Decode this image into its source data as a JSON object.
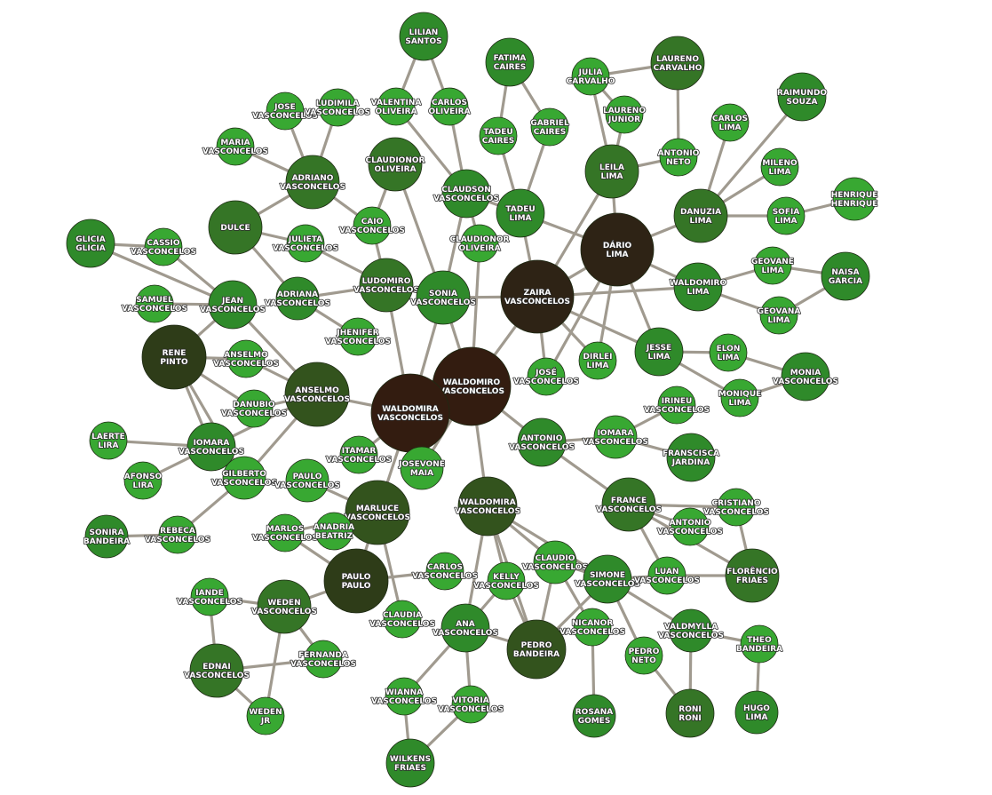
{
  "colors": {
    "edge": "#a09a8f",
    "tiers": [
      "#38a832",
      "#2f8a2a",
      "#357526",
      "#33531d",
      "#2e3c18",
      "#2e2315",
      "#331c10"
    ]
  },
  "nodes": [
    {
      "id": "lilian",
      "lines": [
        "LILIAN",
        "SANTOS"
      ],
      "tier": 1
    },
    {
      "id": "fatima",
      "lines": [
        "FATIMA",
        "CAIRES"
      ],
      "tier": 1
    },
    {
      "id": "laureno_carvalho",
      "lines": [
        "LAURENO",
        "CARVALHO"
      ],
      "tier": 2
    },
    {
      "id": "julia",
      "lines": [
        "JULIA",
        "CARVALHO"
      ],
      "tier": 0
    },
    {
      "id": "laureno_junior",
      "lines": [
        "LAURENO",
        "JUNIOR"
      ],
      "tier": 0
    },
    {
      "id": "raimundo",
      "lines": [
        "RAIMUNDO",
        "SOUZA"
      ],
      "tier": 1
    },
    {
      "id": "jose_v",
      "lines": [
        "JOSE",
        "VASCONCELOS"
      ],
      "tier": 0
    },
    {
      "id": "ludimila",
      "lines": [
        "LUDIMILA",
        "VASCONCELOS"
      ],
      "tier": 0
    },
    {
      "id": "valentina",
      "lines": [
        "VALENTINA",
        "OLIVEIRA"
      ],
      "tier": 0
    },
    {
      "id": "carlos_oliveira",
      "lines": [
        "CARLOS",
        "OLIVEIRA"
      ],
      "tier": 0
    },
    {
      "id": "tadeu_caires",
      "lines": [
        "TADEU",
        "CAIRES"
      ],
      "tier": 0
    },
    {
      "id": "gabriel",
      "lines": [
        "GABRIEL",
        "CAIRES"
      ],
      "tier": 0
    },
    {
      "id": "carlos_lima",
      "lines": [
        "CARLOS",
        "LIMA"
      ],
      "tier": 0
    },
    {
      "id": "maria",
      "lines": [
        "MARIA",
        "VASCONCELOS"
      ],
      "tier": 0
    },
    {
      "id": "claudionor_ol",
      "lines": [
        "CLAUDIONOR",
        "OLIVEIRA"
      ],
      "tier": 2
    },
    {
      "id": "antonio_neto",
      "lines": [
        "ANTONIO",
        "NETO"
      ],
      "tier": 0
    },
    {
      "id": "leila",
      "lines": [
        "LEILA",
        "LIMA"
      ],
      "tier": 2
    },
    {
      "id": "mileno",
      "lines": [
        "MILENO",
        "LIMA"
      ],
      "tier": 0
    },
    {
      "id": "adriano",
      "lines": [
        "ADRIANO",
        "VASCONCELOS"
      ],
      "tier": 2
    },
    {
      "id": "claudson",
      "lines": [
        "CLAUDSON",
        "VASCONCELOS"
      ],
      "tier": 1
    },
    {
      "id": "henrique",
      "lines": [
        "HENRIQUE",
        "HENRIQUE"
      ],
      "tier": 0
    },
    {
      "id": "dulce",
      "lines": [
        "DULCE"
      ],
      "tier": 2
    },
    {
      "id": "tadeu_lima",
      "lines": [
        "TADEU",
        "LIMA"
      ],
      "tier": 1
    },
    {
      "id": "danuzia",
      "lines": [
        "DANUZIA",
        "LIMA"
      ],
      "tier": 2
    },
    {
      "id": "sofia",
      "lines": [
        "SOFIA",
        "LIMA"
      ],
      "tier": 0
    },
    {
      "id": "caio",
      "lines": [
        "CAIO",
        "VASCONCELOS"
      ],
      "tier": 0
    },
    {
      "id": "glicia",
      "lines": [
        "GLICIA",
        "GLICIA"
      ],
      "tier": 1
    },
    {
      "id": "cassio",
      "lines": [
        "CASSIO",
        "VASCONCELOS"
      ],
      "tier": 0
    },
    {
      "id": "julieta",
      "lines": [
        "JULIETA",
        "VASCONCELOS"
      ],
      "tier": 0
    },
    {
      "id": "claudionor_ol2",
      "lines": [
        "CLAUDIONOR",
        "OLIVEIRA"
      ],
      "tier": 0
    },
    {
      "id": "dario",
      "lines": [
        "DÁRIO",
        "LIMA"
      ],
      "tier": 5
    },
    {
      "id": "geovane",
      "lines": [
        "GEOVANE",
        "LIMA"
      ],
      "tier": 0
    },
    {
      "id": "naisa",
      "lines": [
        "NAISA",
        "GARCIA"
      ],
      "tier": 1
    },
    {
      "id": "ludomiro",
      "lines": [
        "LUDOMIRO",
        "VASCONCELOS"
      ],
      "tier": 2
    },
    {
      "id": "sonia",
      "lines": [
        "SONIA",
        "VASCONCELOS"
      ],
      "tier": 1
    },
    {
      "id": "zaira",
      "lines": [
        "ZAIRA",
        "VASCONCELOS"
      ],
      "tier": 5
    },
    {
      "id": "waldomiro_lima",
      "lines": [
        "WALDOMIRO",
        "LIMA"
      ],
      "tier": 1
    },
    {
      "id": "samuel",
      "lines": [
        "SAMUEL",
        "VASCONCELOS"
      ],
      "tier": 0
    },
    {
      "id": "jean",
      "lines": [
        "JEAN",
        "VASCONCELOS"
      ],
      "tier": 1
    },
    {
      "id": "adriana",
      "lines": [
        "ADRIANA",
        "VASCONCELOS"
      ],
      "tier": 1
    },
    {
      "id": "geovana",
      "lines": [
        "GEOVANA",
        "LIMA"
      ],
      "tier": 0
    },
    {
      "id": "jhenifer",
      "lines": [
        "JHENIFER",
        "VASCONCELOS"
      ],
      "tier": 0
    },
    {
      "id": "rene",
      "lines": [
        "RENE",
        "PINTO"
      ],
      "tier": 4
    },
    {
      "id": "anselmo_small",
      "lines": [
        "ANSELMO",
        "VASCONCELOS"
      ],
      "tier": 0
    },
    {
      "id": "jesse",
      "lines": [
        "JESSE",
        "LIMA"
      ],
      "tier": 1
    },
    {
      "id": "dirlei",
      "lines": [
        "DIRLEI",
        "LIMA"
      ],
      "tier": 0
    },
    {
      "id": "elon",
      "lines": [
        "ELON",
        "LIMA"
      ],
      "tier": 0
    },
    {
      "id": "monia",
      "lines": [
        "MONIA",
        "VASCONCELOS"
      ],
      "tier": 1
    },
    {
      "id": "jose_v2",
      "lines": [
        "JOSÉ",
        "VASCONCELOS"
      ],
      "tier": 0
    },
    {
      "id": "waldomiro_v",
      "lines": [
        "WALDOMIRO",
        "VASCONCELOS"
      ],
      "tier": 6
    },
    {
      "id": "anselmo_big",
      "lines": [
        "ANSELMO",
        "VASCONCELOS"
      ],
      "tier": 3
    },
    {
      "id": "monique",
      "lines": [
        "MONIQUE",
        "LIMA"
      ],
      "tier": 0
    },
    {
      "id": "danubio",
      "lines": [
        "DANUBIO",
        "VASCONCELOS"
      ],
      "tier": 0
    },
    {
      "id": "irineu",
      "lines": [
        "IRINEU",
        "VASCONCELOS"
      ],
      "tier": 0
    },
    {
      "id": "waldomira_v",
      "lines": [
        "WALDOMIRA",
        "VASCONCELOS"
      ],
      "tier": 6
    },
    {
      "id": "iomara_right",
      "lines": [
        "IOMARA",
        "VASCONCELOS"
      ],
      "tier": 0
    },
    {
      "id": "laerte",
      "lines": [
        "LAERTE",
        "LIRA"
      ],
      "tier": 0
    },
    {
      "id": "iomara_left",
      "lines": [
        "IOMARA",
        "VASCONCELOS"
      ],
      "tier": 1
    },
    {
      "id": "antonio_v",
      "lines": [
        "ANTONIO",
        "VASCONCELOS"
      ],
      "tier": 1
    },
    {
      "id": "franscisca",
      "lines": [
        "FRANSCISCA",
        "JARDINA"
      ],
      "tier": 1
    },
    {
      "id": "itamar",
      "lines": [
        "ITAMAR",
        "VASCONCELOS"
      ],
      "tier": 0
    },
    {
      "id": "josevone",
      "lines": [
        "JOSEVONE",
        "MAIA"
      ],
      "tier": 0
    },
    {
      "id": "gilberto",
      "lines": [
        "GILBERTO",
        "VASCONCELOS"
      ],
      "tier": 0
    },
    {
      "id": "afonso",
      "lines": [
        "AFONSO",
        "LIRA"
      ],
      "tier": 0
    },
    {
      "id": "paulo_v",
      "lines": [
        "PAULO",
        "VASCONCELOS"
      ],
      "tier": 0
    },
    {
      "id": "waldomira_v2",
      "lines": [
        "WALDOMIRA",
        "VASCONCELOS"
      ],
      "tier": 3
    },
    {
      "id": "france",
      "lines": [
        "FRANCE",
        "VASCONCELOS"
      ],
      "tier": 2
    },
    {
      "id": "cristiano",
      "lines": [
        "CRISTIANO",
        "VASCONCELOS"
      ],
      "tier": 0
    },
    {
      "id": "marluce",
      "lines": [
        "MARLUCE",
        "VASCONCELOS"
      ],
      "tier": 3
    },
    {
      "id": "sonira",
      "lines": [
        "SONIRA",
        "BANDEIRA"
      ],
      "tier": 1
    },
    {
      "id": "rebeca",
      "lines": [
        "REBECA",
        "VASCONCELOS"
      ],
      "tier": 0
    },
    {
      "id": "antonio_v2",
      "lines": [
        "ANTONIO",
        "VASCONCELOS"
      ],
      "tier": 0
    },
    {
      "id": "marlos",
      "lines": [
        "MARLOS",
        "VASCONCELOS"
      ],
      "tier": 0
    },
    {
      "id": "anadria",
      "lines": [
        "ANADRIA",
        "BEATRIZ"
      ],
      "tier": 0
    },
    {
      "id": "claudio",
      "lines": [
        "CLAUDIO",
        "VASCONCELOS"
      ],
      "tier": 0
    },
    {
      "id": "florencio",
      "lines": [
        "FLORÊNCIO",
        "FRIAES"
      ],
      "tier": 2
    },
    {
      "id": "carlos_v",
      "lines": [
        "CARLOS",
        "VASCONCELOS"
      ],
      "tier": 0
    },
    {
      "id": "simone",
      "lines": [
        "SIMONE",
        "VASCONCELOS"
      ],
      "tier": 1
    },
    {
      "id": "luan",
      "lines": [
        "LUAN",
        "VASCONCELOS"
      ],
      "tier": 0
    },
    {
      "id": "paulo_paulo",
      "lines": [
        "PAULO",
        "PAULO"
      ],
      "tier": 4
    },
    {
      "id": "kelly",
      "lines": [
        "KELLY",
        "VASCONCELOS"
      ],
      "tier": 0
    },
    {
      "id": "iande",
      "lines": [
        "IANDE",
        "VASCONCELOS"
      ],
      "tier": 0
    },
    {
      "id": "weden_v",
      "lines": [
        "WEDEN",
        "VASCONCELOS"
      ],
      "tier": 2
    },
    {
      "id": "claudia",
      "lines": [
        "CLAUDIA",
        "VASCONCELOS"
      ],
      "tier": 0
    },
    {
      "id": "ana",
      "lines": [
        "ANA",
        "VASCONCELOS"
      ],
      "tier": 1
    },
    {
      "id": "nicanor",
      "lines": [
        "NICANOR",
        "VASCONCELOS"
      ],
      "tier": 0
    },
    {
      "id": "valdmylla",
      "lines": [
        "VALDMYLLA",
        "VASCONCELOS"
      ],
      "tier": 1
    },
    {
      "id": "theo",
      "lines": [
        "THEO",
        "BANDEIRA"
      ],
      "tier": 0
    },
    {
      "id": "pedro_bandeira",
      "lines": [
        "PEDRO",
        "BANDEIRA"
      ],
      "tier": 3
    },
    {
      "id": "pedro_neto",
      "lines": [
        "PEDRO",
        "NETO"
      ],
      "tier": 0
    },
    {
      "id": "ednai",
      "lines": [
        "EDNAI",
        "VASCONCELOS"
      ],
      "tier": 2
    },
    {
      "id": "fernanda",
      "lines": [
        "FERNANDA",
        "VASCONCELOS"
      ],
      "tier": 0
    },
    {
      "id": "wianna",
      "lines": [
        "WIANNA",
        "VASCONCELOS"
      ],
      "tier": 0
    },
    {
      "id": "vitoria",
      "lines": [
        "VITORIA",
        "VASCONCELOS"
      ],
      "tier": 0
    },
    {
      "id": "rosana",
      "lines": [
        "ROSANA",
        "GOMES"
      ],
      "tier": 1
    },
    {
      "id": "roni",
      "lines": [
        "RONI",
        "RONI"
      ],
      "tier": 2
    },
    {
      "id": "hugo",
      "lines": [
        "HUGO",
        "LIMA"
      ],
      "tier": 1
    },
    {
      "id": "weden_jr",
      "lines": [
        "WEDEN",
        "JR"
      ],
      "tier": 0
    },
    {
      "id": "wilkens",
      "lines": [
        "WILKENS",
        "FRIAES"
      ],
      "tier": 1
    }
  ],
  "edges": [
    [
      "lilian",
      "valentina"
    ],
    [
      "lilian",
      "carlos_oliveira"
    ],
    [
      "valentina",
      "claudson"
    ],
    [
      "carlos_oliveira",
      "claudson"
    ],
    [
      "fatima",
      "tadeu_caires"
    ],
    [
      "fatima",
      "gabriel"
    ],
    [
      "tadeu_caires",
      "tadeu_lima"
    ],
    [
      "gabriel",
      "tadeu_lima"
    ],
    [
      "julia",
      "laureno_carvalho"
    ],
    [
      "julia",
      "laureno_junior"
    ],
    [
      "julia",
      "leila"
    ],
    [
      "laureno_carvalho",
      "antonio_neto"
    ],
    [
      "laureno_junior",
      "leila"
    ],
    [
      "antonio_neto",
      "leila"
    ],
    [
      "leila",
      "dario"
    ],
    [
      "leila",
      "zaira"
    ],
    [
      "raimundo",
      "danuzia"
    ],
    [
      "carlos_lima",
      "danuzia"
    ],
    [
      "mileno",
      "danuzia"
    ],
    [
      "sofia",
      "danuzia"
    ],
    [
      "henrique",
      "sofia"
    ],
    [
      "danuzia",
      "dario"
    ],
    [
      "jose_v",
      "adriano"
    ],
    [
      "ludimila",
      "adriano"
    ],
    [
      "maria",
      "adriano"
    ],
    [
      "adriano",
      "caio"
    ],
    [
      "adriano",
      "dulce"
    ],
    [
      "claudionor_ol",
      "caio"
    ],
    [
      "claudionor_ol",
      "sonia"
    ],
    [
      "claudson",
      "tadeu_lima"
    ],
    [
      "claudson",
      "claudionor_ol2"
    ],
    [
      "claudson",
      "sonia"
    ],
    [
      "tadeu_lima",
      "zaira"
    ],
    [
      "tadeu_lima",
      "dario"
    ],
    [
      "dulce",
      "julieta"
    ],
    [
      "dulce",
      "adriana"
    ],
    [
      "glicia",
      "cassio"
    ],
    [
      "glicia",
      "jean"
    ],
    [
      "cassio",
      "jean"
    ],
    [
      "julieta",
      "ludomiro"
    ],
    [
      "caio",
      "ludomiro"
    ],
    [
      "claudionor_ol2",
      "waldomiro_v"
    ],
    [
      "dario",
      "zaira"
    ],
    [
      "dario",
      "waldomiro_lima"
    ],
    [
      "dario",
      "jesse"
    ],
    [
      "dario",
      "dirlei"
    ],
    [
      "dario",
      "jose_v2"
    ],
    [
      "geovane",
      "waldomiro_lima"
    ],
    [
      "geovane",
      "naisa"
    ],
    [
      "geovana",
      "naisa"
    ],
    [
      "geovana",
      "waldomiro_lima"
    ],
    [
      "waldomiro_lima",
      "zaira"
    ],
    [
      "ludomiro",
      "adriana"
    ],
    [
      "ludomiro",
      "sonia"
    ],
    [
      "ludomiro",
      "waldomira_v"
    ],
    [
      "sonia",
      "zaira"
    ],
    [
      "sonia",
      "waldomiro_v"
    ],
    [
      "sonia",
      "waldomira_v"
    ],
    [
      "zaira",
      "waldomiro_v"
    ],
    [
      "zaira",
      "jesse"
    ],
    [
      "zaira",
      "dirlei"
    ],
    [
      "zaira",
      "jose_v2"
    ],
    [
      "samuel",
      "jean"
    ],
    [
      "jean",
      "rene"
    ],
    [
      "jean",
      "anselmo_big"
    ],
    [
      "adriana",
      "jhenifer"
    ],
    [
      "rene",
      "anselmo_small"
    ],
    [
      "rene",
      "danubio"
    ],
    [
      "rene",
      "iomara_left"
    ],
    [
      "rene",
      "gilberto"
    ],
    [
      "anselmo_small",
      "anselmo_big"
    ],
    [
      "jesse",
      "elon"
    ],
    [
      "jesse",
      "monique"
    ],
    [
      "elon",
      "monia"
    ],
    [
      "monique",
      "monia"
    ],
    [
      "waldomiro_v",
      "waldomira_v"
    ],
    [
      "waldomiro_v",
      "antonio_v"
    ],
    [
      "waldomiro_v",
      "waldomira_v2"
    ],
    [
      "waldomiro_v",
      "josevone"
    ],
    [
      "anselmo_big",
      "waldomira_v"
    ],
    [
      "anselmo_big",
      "danubio"
    ],
    [
      "anselmo_big",
      "iomara_left"
    ],
    [
      "anselmo_big",
      "gilberto"
    ],
    [
      "irineu",
      "iomara_right"
    ],
    [
      "iomara_right",
      "antonio_v"
    ],
    [
      "iomara_right",
      "franscisca"
    ],
    [
      "laerte",
      "iomara_left"
    ],
    [
      "afonso",
      "iomara_left"
    ],
    [
      "iomara_left",
      "gilberto"
    ],
    [
      "antonio_v",
      "france"
    ],
    [
      "waldomira_v",
      "itamar"
    ],
    [
      "waldomira_v",
      "josevone"
    ],
    [
      "waldomira_v",
      "marluce"
    ],
    [
      "gilberto",
      "rebeca"
    ],
    [
      "sonira",
      "rebeca"
    ],
    [
      "paulo_v",
      "marluce"
    ],
    [
      "waldomira_v2",
      "claudio"
    ],
    [
      "waldomira_v2",
      "kelly"
    ],
    [
      "waldomira_v2",
      "simone"
    ],
    [
      "waldomira_v2",
      "pedro_bandeira"
    ],
    [
      "waldomira_v2",
      "ana"
    ],
    [
      "france",
      "cristiano"
    ],
    [
      "france",
      "antonio_v2"
    ],
    [
      "france",
      "luan"
    ],
    [
      "france",
      "florencio"
    ],
    [
      "cristiano",
      "florencio"
    ],
    [
      "luan",
      "florencio"
    ],
    [
      "luan",
      "simone"
    ],
    [
      "marluce",
      "anadria"
    ],
    [
      "marluce",
      "paulo_paulo"
    ],
    [
      "marluce",
      "claudia"
    ],
    [
      "marluce",
      "marlos"
    ],
    [
      "claudio",
      "simone"
    ],
    [
      "claudio",
      "pedro_bandeira"
    ],
    [
      "claudio",
      "nicanor"
    ],
    [
      "simone",
      "valdmylla"
    ],
    [
      "simone",
      "pedro_neto"
    ],
    [
      "simone",
      "pedro_bandeira"
    ],
    [
      "valdmylla",
      "theo"
    ],
    [
      "valdmylla",
      "roni"
    ],
    [
      "theo",
      "hugo"
    ],
    [
      "paulo_paulo",
      "weden_v"
    ],
    [
      "paulo_paulo",
      "carlos_v"
    ],
    [
      "paulo_paulo",
      "marlos"
    ],
    [
      "iande",
      "weden_v"
    ],
    [
      "iande",
      "ednai"
    ],
    [
      "weden_v",
      "fernanda"
    ],
    [
      "weden_v",
      "weden_jr"
    ],
    [
      "ednai",
      "fernanda"
    ],
    [
      "ednai",
      "weden_jr"
    ],
    [
      "ana",
      "pedro_bandeira"
    ],
    [
      "ana",
      "wianna"
    ],
    [
      "ana",
      "vitoria"
    ],
    [
      "ana",
      "kelly"
    ],
    [
      "wianna",
      "wilkens"
    ],
    [
      "vitoria",
      "wilkens"
    ],
    [
      "nicanor",
      "rosana"
    ],
    [
      "pedro_neto",
      "roni"
    ],
    [
      "kelly",
      "pedro_bandeira"
    ]
  ]
}
